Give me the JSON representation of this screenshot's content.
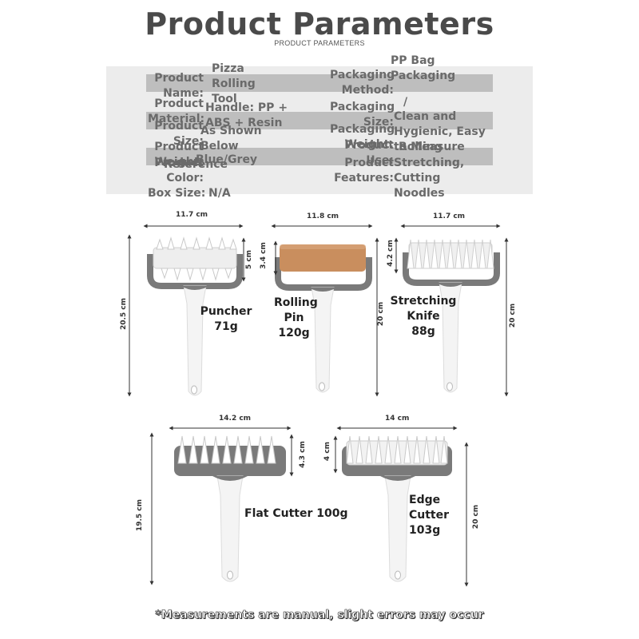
{
  "header": {
    "title": "Product Parameters",
    "subtitle": "PRODUCT PARAMETERS"
  },
  "params": {
    "left": [
      {
        "label": "Product Name:",
        "value": "Pizza Rolling Tool"
      },
      {
        "label": "Product Material:",
        "value": "Handle: PP + ABS + Resin"
      },
      {
        "label": "Product Size:",
        "value": "As Shown Below"
      },
      {
        "label": "Product Weight:",
        "value": "Reference"
      },
      {
        "label": "Product Color:",
        "value": "Blue/Grey"
      },
      {
        "label": "Box Size:",
        "value": "N/A"
      }
    ],
    "right": [
      {
        "label": "Packaging Method:",
        "value": "PP Bag Packaging"
      },
      {
        "label": "Packaging Size:",
        "value": "/"
      },
      {
        "label": "Packaging Weight:",
        "value": "Clean and Hygienic, Easy to Measure"
      },
      {
        "label": "Product Use:",
        "value": "Rolling"
      },
      {
        "label": "Product Features:",
        "value": "Stretching, Cutting Noodles"
      }
    ]
  },
  "products": {
    "puncher": {
      "name": "Puncher",
      "weight": "71g",
      "width": "11.7 cm",
      "head_height": "5 cm",
      "total_height": "20.5 cm"
    },
    "rolling_pin": {
      "name": "Rolling Pin",
      "weight": "120g",
      "width": "11.8 cm",
      "head_height": "3.4 cm",
      "total_height": "20 cm"
    },
    "stretching_knife": {
      "name": "Stretching Knife",
      "weight": "88g",
      "width": "11.7 cm",
      "head_height": "4.2 cm",
      "total_height": "20 cm"
    },
    "flat_cutter": {
      "name": "Flat Cutter",
      "weight": "100g",
      "width": "14.2 cm",
      "head_height": "4.3 cm",
      "total_height": "19.5 cm"
    },
    "edge_cutter": {
      "name": "Edge Cutter",
      "weight": "103g",
      "width": "14 cm",
      "head_height": "4 cm",
      "total_height": "20 cm"
    }
  },
  "footnote": "*Measurements are manual, slight errors may occur",
  "colors": {
    "title": "#4a4a4a",
    "frame": "#7a7a7a",
    "handle": "#f4f4f4",
    "wood": "#c98e5e",
    "table_bg": "#ececec"
  }
}
